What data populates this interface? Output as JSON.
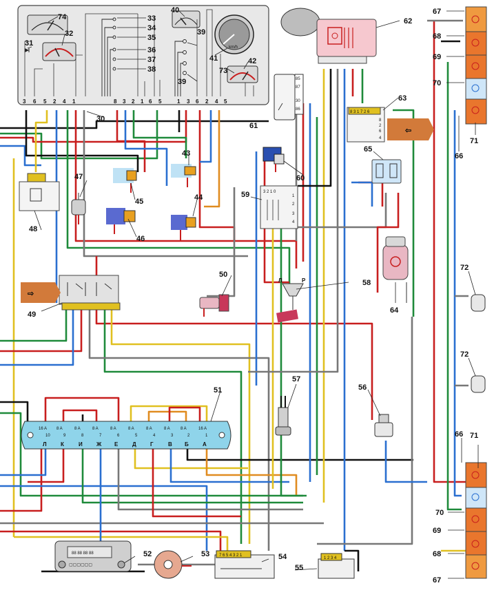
{
  "components": {
    "c30": "30",
    "c31": "31",
    "c32": "32",
    "c33": "33",
    "c34": "34",
    "c35": "35",
    "c36": "36",
    "c37": "37",
    "c38": "38",
    "c39a": "39",
    "c39b": "39",
    "c40": "40",
    "c41": "41",
    "c42": "42",
    "c43": "43",
    "c44": "44",
    "c45": "45",
    "c46": "46",
    "c47": "47",
    "c48": "48",
    "c49": "49",
    "c50": "50",
    "c51": "51",
    "c52": "52",
    "c53": "53",
    "c54": "54",
    "c55": "55",
    "c56": "56",
    "c57": "57",
    "c58": "58",
    "c59": "59",
    "c60": "60",
    "c61": "61",
    "c62": "62",
    "c63": "63",
    "c64": "64",
    "c65": "65",
    "c66a": "66",
    "c66b": "66",
    "c67a": "67",
    "c67b": "67",
    "c68a": "68",
    "c68b": "68",
    "c69a": "69",
    "c69b": "69",
    "c70a": "70",
    "c70b": "70",
    "c71a": "71",
    "c71b": "71",
    "c72a": "72",
    "c72b": "72",
    "c73": "73",
    "c74": "74"
  },
  "cluster_pins": [
    "3",
    "6",
    "5",
    "2",
    "4",
    "1",
    "8",
    "3",
    "2",
    "1",
    "6",
    "5",
    "1",
    "3",
    "6",
    "2",
    "4",
    "5"
  ],
  "relay59_pins_top": "3 2 1 0",
  "relay59_pins_side": [
    "1",
    "2",
    "3",
    "4"
  ],
  "relay63_pins": "8 3 1 7 2 6",
  "relay63_side": [
    "8",
    "2",
    "6",
    "4"
  ],
  "connector61_pins": [
    "85",
    "87",
    "30",
    "86"
  ],
  "horn58_labels": {
    "left": "Л",
    "right": "Р"
  },
  "fuses": {
    "ratings": [
      "16 A",
      "8 A",
      "8 A",
      "8 A",
      "8 A",
      "8 A",
      "8 A",
      "8 A",
      "8 A",
      "16 A"
    ],
    "numbers": [
      "10",
      "9",
      "8",
      "7",
      "6",
      "5",
      "4",
      "3",
      "2",
      "1"
    ],
    "letters": [
      "Л",
      "К",
      "И",
      "Ж",
      "Е",
      "Д",
      "Г",
      "В",
      "Б",
      "А"
    ]
  },
  "block54_pins": "7 6 5 4 3 2 1",
  "block55_pins": "1 2 3 4",
  "radio52": {
    "display": "88 88 88 88",
    "keys": "▢▢▢▢▢▢"
  },
  "speedo_unit": "km/h"
}
